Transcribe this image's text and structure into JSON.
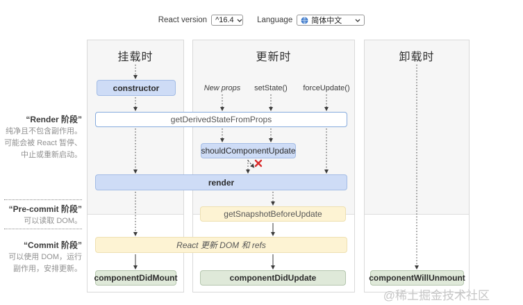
{
  "toolbar": {
    "react_version_label": "React version",
    "react_version_value": "^16.4",
    "language_label": "Language",
    "language_value": "简体中文"
  },
  "panels": {
    "mounting": {
      "title": "挂载时"
    },
    "updating": {
      "title": "更新时"
    },
    "unmounting": {
      "title": "卸载时"
    }
  },
  "triggers": {
    "new_props": "New props",
    "set_state": "setState()",
    "force_update": "forceUpdate()"
  },
  "phases": {
    "render": {
      "title": "“Render 阶段”",
      "description": "纯净且不包含副作用。可能会被 React 暂停、中止或重新启动。"
    },
    "pre_commit": {
      "title": "“Pre-commit 阶段”",
      "description": "可以读取 DOM。"
    },
    "commit": {
      "title": "“Commit 阶段”",
      "description": "可以使用 DOM，运行副作用，安排更新。"
    }
  },
  "nodes": {
    "constructor": "constructor",
    "getDerivedStateFromProps": "getDerivedStateFromProps",
    "shouldComponentUpdate": "shouldComponentUpdate",
    "render": "render",
    "getSnapshotBeforeUpdate": "getSnapshotBeforeUpdate",
    "reactUpdates": "React 更新 DOM 和 refs",
    "componentDidMount": "componentDidMount",
    "componentDidUpdate": "componentDidUpdate",
    "componentWillUnmount": "componentWillUnmount"
  },
  "icons": {
    "globe": "globe-icon",
    "chevron": "chevron-down-icon",
    "cancel": "cancel-x-icon"
  },
  "colors": {
    "blue_fill": "#cedcf6",
    "blue_border": "#a3bce5",
    "yellow_fill": "#fdf3d3",
    "yellow_border": "#eee0b1",
    "green_fill": "#dfe9d9",
    "green_border": "#b4c6ad",
    "cancel_red": "#d92b2b",
    "lane_gray": "#f6f6f6"
  },
  "watermark": "@稀土掘金技术社区"
}
